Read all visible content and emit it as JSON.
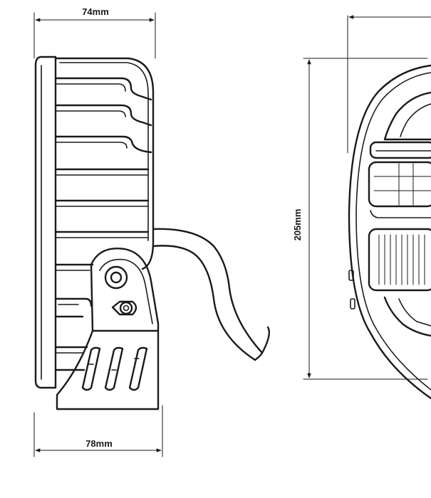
{
  "dimensions": {
    "top_width": "74mm",
    "bottom_width": "78mm",
    "height": "205mm"
  },
  "colors": {
    "line": "#1a1a1a",
    "background": "#ffffff"
  }
}
